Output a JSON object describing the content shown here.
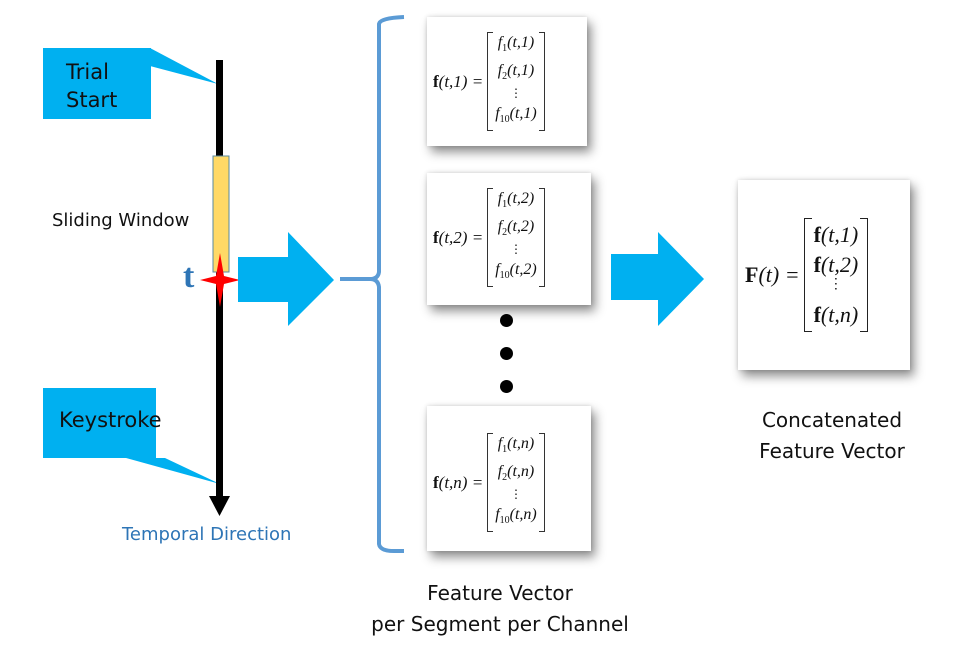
{
  "timeline": {
    "trial_start_label_line1": "Trial",
    "trial_start_label_line2": "Start",
    "sliding_window_label": "Sliding Window",
    "t_label": "t",
    "keystroke_label": "Keystroke",
    "temporal_direction_label": "Temporal Direction"
  },
  "colors": {
    "callout": "#00b0f0",
    "arrow": "#00b0f0",
    "window": "#ffd966",
    "marker": "#ff0000",
    "brace": "#5b9bd5",
    "t_label": "#2e75b6",
    "temporal_label": "#2e75b6",
    "timeline": "#000000"
  },
  "segments": [
    {
      "lhs_prefix": "f",
      "lhs_args": "(t,1) =",
      "rows": [
        "f₁(t,1)",
        "f₂(t,1)",
        "f₁₀(t,1)"
      ],
      "r1_sub": "1",
      "r2_sub": "2",
      "r3_sub": "10",
      "arg": "(t,1)"
    },
    {
      "lhs_prefix": "f",
      "lhs_args": "(t,2) =",
      "arg": "(t,2)",
      "r1_sub": "1",
      "r2_sub": "2",
      "r3_sub": "10"
    },
    {
      "lhs_prefix": "f",
      "lhs_args": "(t,n) =",
      "arg": "(t,n)",
      "r1_sub": "1",
      "r2_sub": "2",
      "r3_sub": "10"
    }
  ],
  "concat": {
    "lhs_prefix": "F",
    "lhs_args": "(t) =",
    "rows": [
      "f(t,1)",
      "f(t,2)",
      "f(t,n)"
    ],
    "row_prefix": "f",
    "row1_args": "(t,1)",
    "row2_args": "(t,2)",
    "row3_args": "(t,n)"
  },
  "vdots": "⋮",
  "labels": {
    "segment_caption_line1": "Feature Vector",
    "segment_caption_line2": "per Segment per Channel",
    "concat_caption_line1": "Concatenated",
    "concat_caption_line2": "Feature Vector"
  }
}
